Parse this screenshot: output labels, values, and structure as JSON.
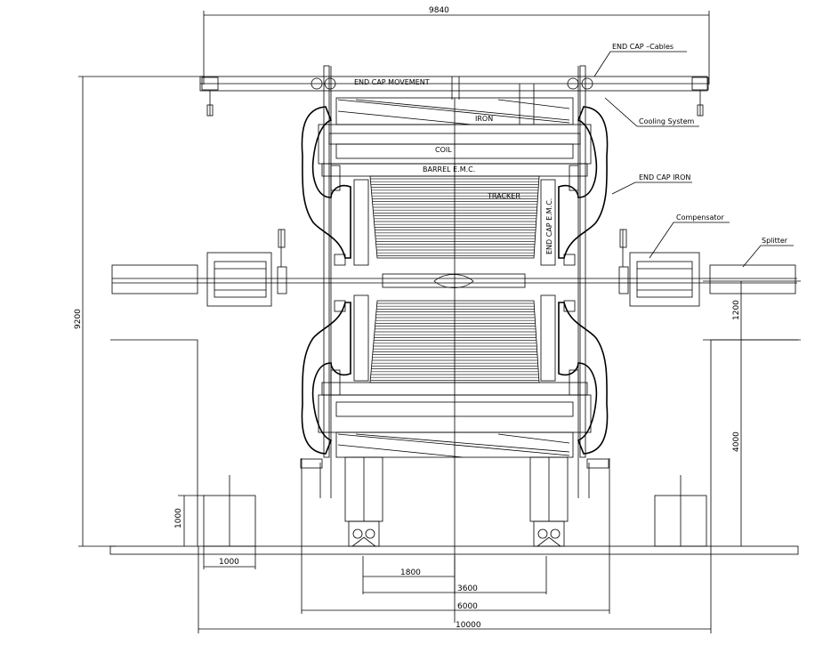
{
  "labels": {
    "end_cap_movement": "END CAP MOVEMENT",
    "end_cap_cables": "END CAP –Cables",
    "iron": "IRON",
    "cooling_system": "Cooling System",
    "coil": "COIL",
    "barrel_emc": "BARREL E.M.C.",
    "end_cap_iron": "END CAP IRON",
    "tracker": "TRACKER",
    "end_cap_emc": "END CAP E.M.C.",
    "compensator": "Compensator",
    "splitter": "Splitter"
  },
  "dimensions": {
    "top_width": "9840",
    "total_height": "9200",
    "beam_height": "1200",
    "floor_height": "4000",
    "box_height": "1000",
    "box_width": "1000",
    "d1800": "1800",
    "d3600": "3600",
    "d6000": "6000",
    "d10000": "10000"
  }
}
